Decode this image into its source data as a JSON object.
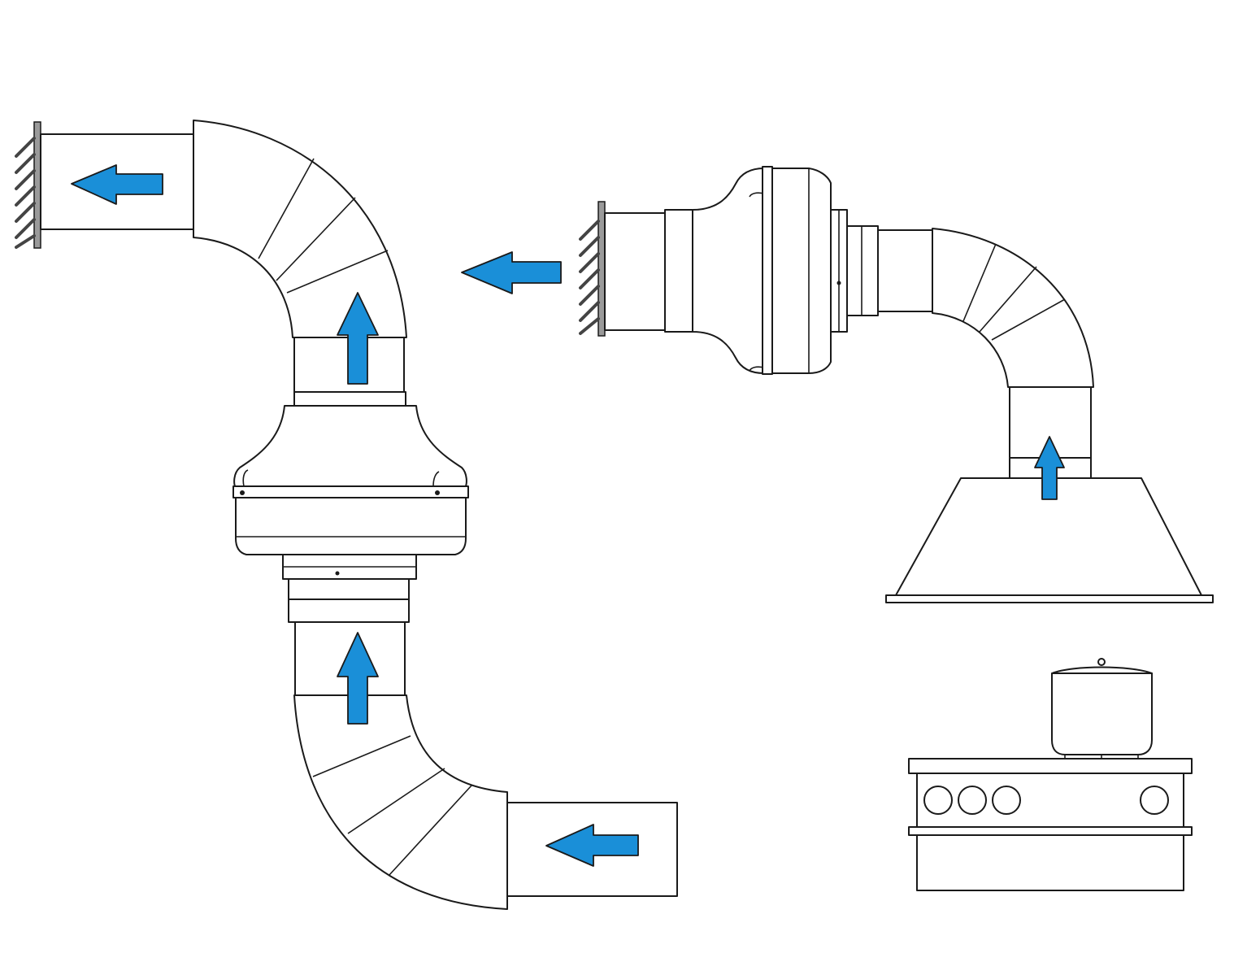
{
  "colors": {
    "arrow": "#1a8fd8",
    "line": "#1a1a1a",
    "background": "#ffffff",
    "grille_plate": "#9a9a9a"
  },
  "diagram": {
    "left_system": {
      "components": [
        "wall-grille",
        "outlet-duct",
        "upper-elbow",
        "inline-fan",
        "lower-elbow",
        "inlet-duct"
      ],
      "airflow": [
        "left",
        "up",
        "up",
        "left"
      ]
    },
    "right_system": {
      "components": [
        "wall-grille",
        "inline-fan",
        "elbow",
        "range-hood",
        "stove",
        "pot"
      ],
      "airflow": [
        "left",
        "up"
      ]
    }
  }
}
